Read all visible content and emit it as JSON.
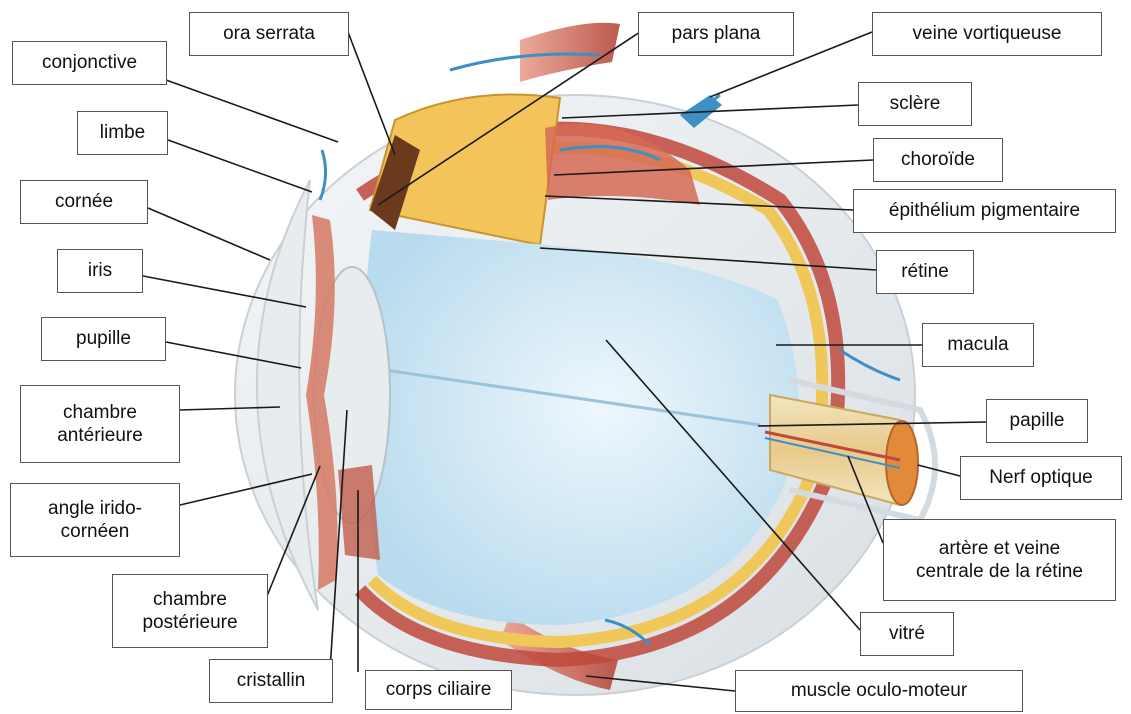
{
  "diagram": {
    "labels": {
      "conjonctive": "conjonctive",
      "limbe": "limbe",
      "cornee": "cornée",
      "iris": "iris",
      "pupille": "pupille",
      "chambre_anterieure": [
        "chambre",
        "antérieure"
      ],
      "angle_irido_corneen": [
        "angle irido-",
        "cornéen"
      ],
      "chambre_posterieure": [
        "chambre",
        "postérieure"
      ],
      "cristallin": "cristallin",
      "corps_ciliaire": "corps ciliaire",
      "ora_serrata": "ora serrata",
      "pars_plana": "pars plana",
      "veine_vortiqueuse": "veine vortiqueuse",
      "sclere": "sclère",
      "choroide": "choroïde",
      "epithelium_pigmentaire": "épithélium pigmentaire",
      "retine": "rétine",
      "macula": "macula",
      "papille": "papille",
      "nerf_optique": "Nerf optique",
      "artere_veine": [
        "artère et veine",
        "centrale de la rétine"
      ],
      "vitre": "vitré",
      "muscle_oculo_moteur": "muscle oculo-moteur"
    },
    "colors": {
      "sclera": "#e9eef2",
      "vitreous": "#cfe6f3",
      "retina_yellow": "#f0c85a",
      "choroid_red": "#c0483c",
      "muscle_red": "#c65a4a",
      "vessel_blue": "#3d8fc6",
      "leader_line": "#1a1a1a"
    }
  }
}
